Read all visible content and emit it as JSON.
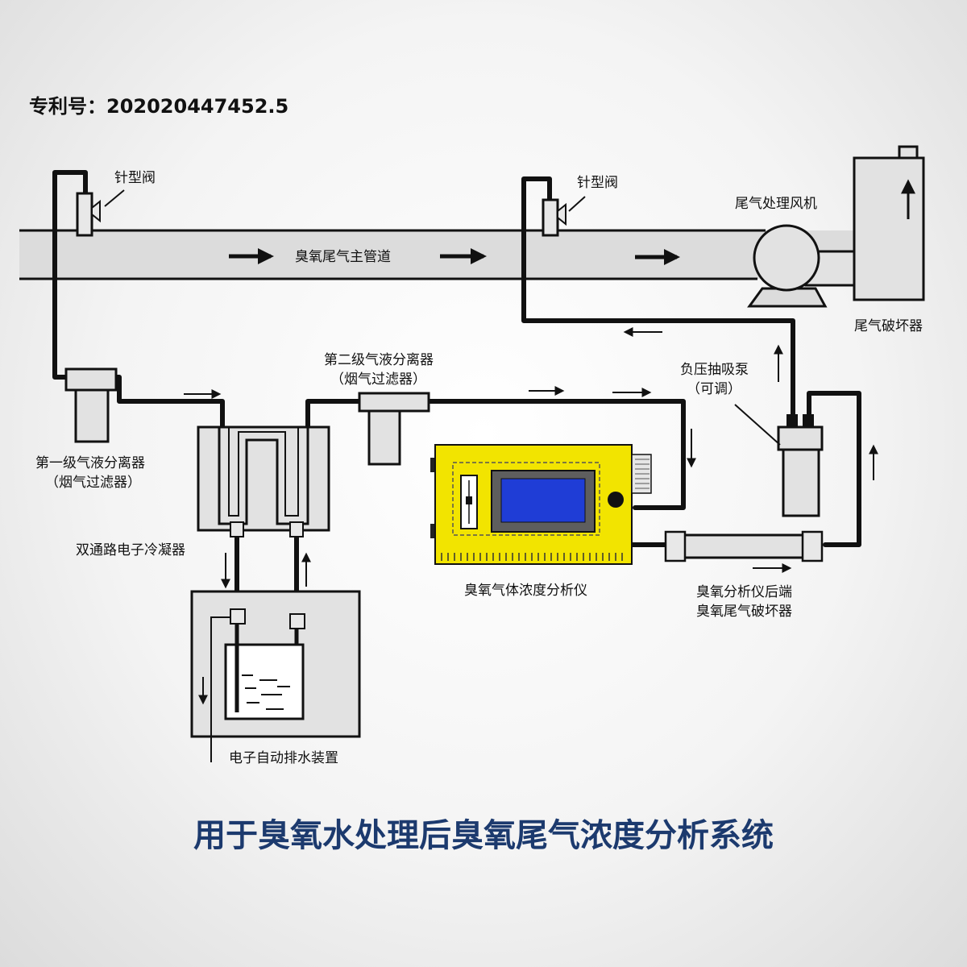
{
  "patent": "专利号：202020447452.5",
  "title": "用于臭氧水处理后臭氧尾气浓度分析系统",
  "labels": {
    "needle_valve_left": "针型阀",
    "needle_valve_right": "针型阀",
    "main_pipe": "臭氧尾气主管道",
    "fan": "尾气处理风机",
    "destructor": "尾气破坏器",
    "pump_line1": "负压抽吸泵",
    "pump_line2": "（可调）",
    "separator1_line1": "第一级气液分离器",
    "separator1_line2": "（烟气过滤器）",
    "separator2_line1": "第二级气液分离器",
    "separator2_line2": "（烟气过滤器）",
    "condenser": "双通路电子冷凝器",
    "drain": "电子自动排水装置",
    "analyzer": "臭氧气体浓度分析仪",
    "rear_destructor_line1": "臭氧分析仪后端",
    "rear_destructor_line2": "臭氧尾气破坏器"
  },
  "colors": {
    "title": "#1c3a6e",
    "analyzer_body": "#f2e400",
    "screen": "#1f3dd6",
    "pipe": "#111111",
    "device": "#e2e2e2"
  }
}
